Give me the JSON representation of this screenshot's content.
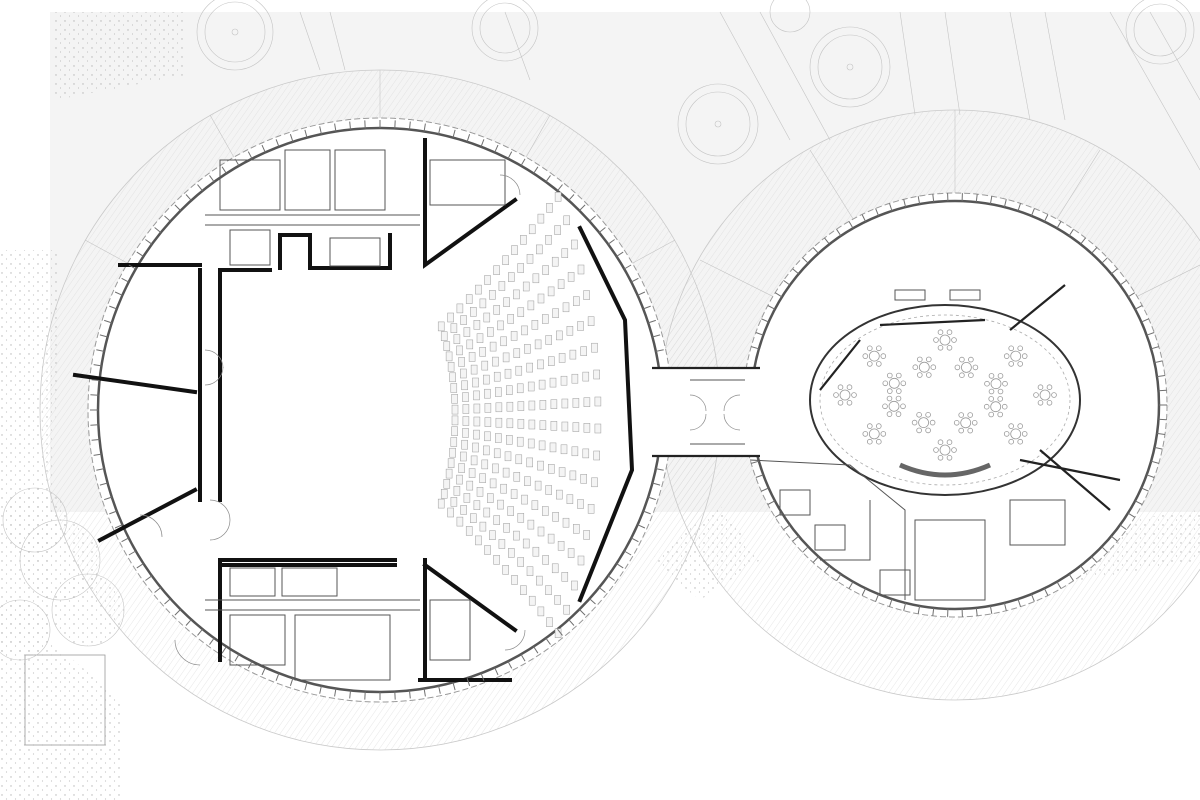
{
  "drawing": {
    "type": "architectural floor plan",
    "colors": {
      "background": "#ffffff",
      "landscape": "#f3f3f3",
      "shell": "#e9e9e9",
      "structural_wall": "#111111",
      "line": "#8a8a8a"
    },
    "auditorium": {
      "seat_rows": 14,
      "seats_per_row": 18
    },
    "event_hall": {
      "round_tables": 16
    }
  }
}
